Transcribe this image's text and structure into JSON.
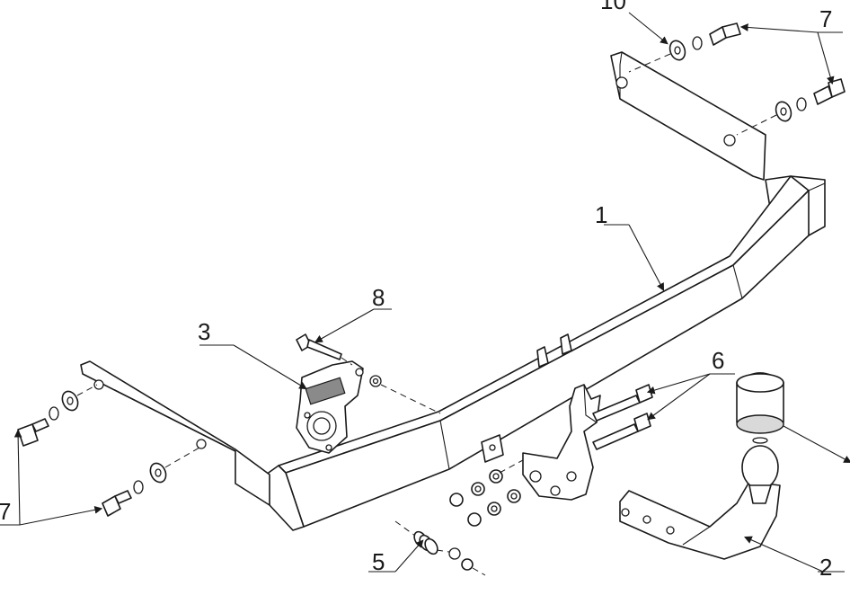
{
  "callouts": {
    "c1": "1",
    "c2": "2",
    "c3": "3",
    "c5": "5",
    "c6": "6",
    "c7_top": "7",
    "c7_left": "7",
    "c8": "8",
    "c10": "10"
  },
  "colors": {
    "line": "#1a1a1a",
    "shade": "#d9d9d9",
    "background": "#ffffff"
  }
}
